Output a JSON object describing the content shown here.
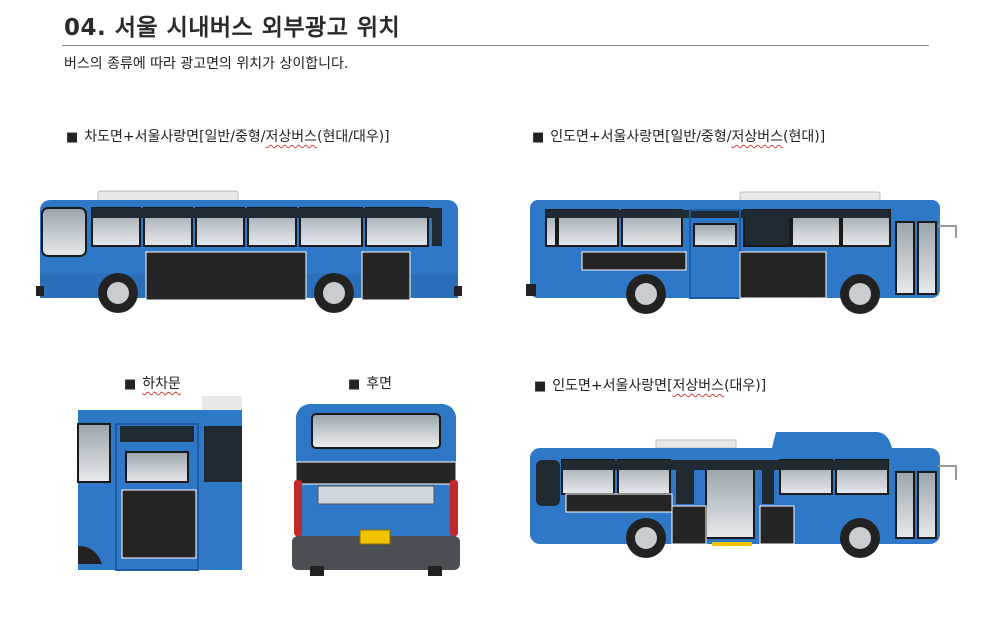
{
  "header": {
    "title": "04. 서울 시내버스 외부광고 위치",
    "subtitle": "버스의 종류에 따라 광고면의 위치가 상이합니다."
  },
  "sections": {
    "s1": {
      "bullet": "■",
      "pre": "차도면+서울사랑면[일반/중형/",
      "wavy": "저상버스",
      "post": "(현대/대우)]"
    },
    "s2": {
      "bullet": "■",
      "pre": "인도면+서울사랑면[일반/중형/",
      "wavy": "저상버스",
      "post": "(현대)]"
    },
    "s3": {
      "bullet": "■",
      "pre": "",
      "wavy": "하차문",
      "post": ""
    },
    "s4": {
      "bullet": "■",
      "pre": "",
      "wavy": "",
      "post": "후면"
    },
    "s5": {
      "bullet": "■",
      "pre": "인도면+서울사랑면[",
      "wavy": "저상버스",
      "post": "(대우)]"
    }
  },
  "colors": {
    "bus_blue": "#2f78c8",
    "bus_blue_dark": "#1f5aa0",
    "ad_panel": "#252525",
    "window": "#cfd6dc",
    "tire": "#222222",
    "plate": "#f2c400"
  }
}
